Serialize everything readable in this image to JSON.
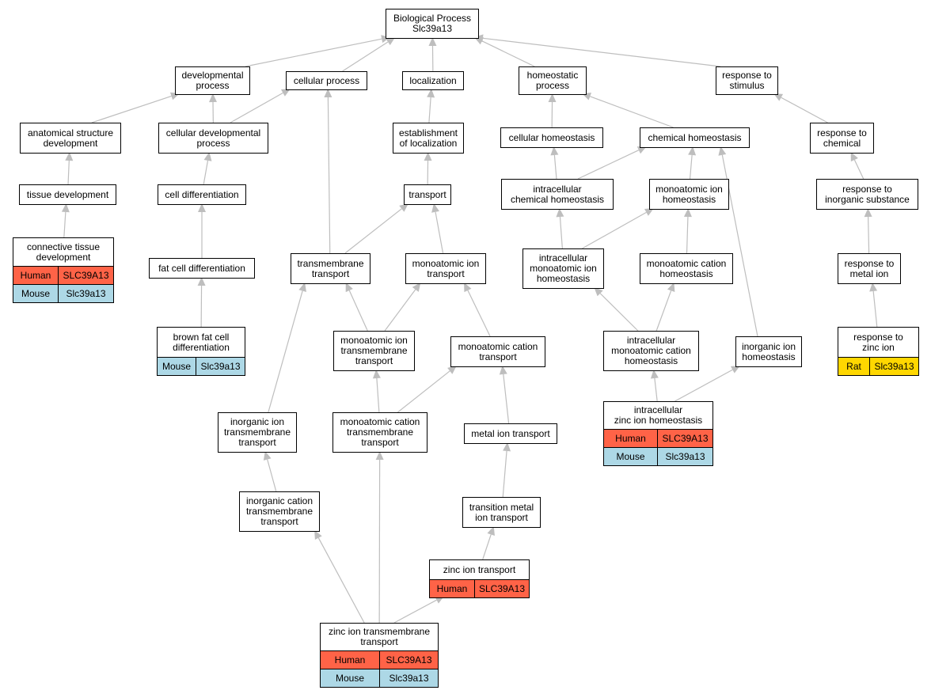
{
  "colors": {
    "Human": "#ff6347",
    "Mouse": "#add8e6",
    "Rat": "#ffd700",
    "edge": "#bebebe",
    "border": "#000000"
  },
  "nodes": [
    {
      "id": "bp",
      "label": "Biological Process\nSlc39a13"
    },
    {
      "id": "dev",
      "label": "developmental\nprocess"
    },
    {
      "id": "cell",
      "label": "cellular process"
    },
    {
      "id": "loc",
      "label": "localization"
    },
    {
      "id": "homeo",
      "label": "homeostatic\nprocess"
    },
    {
      "id": "stim",
      "label": "response to\nstimulus"
    },
    {
      "id": "anat",
      "label": "anatomical structure\ndevelopment"
    },
    {
      "id": "celldev",
      "label": "cellular developmental\nprocess"
    },
    {
      "id": "estab",
      "label": "establishment\nof localization"
    },
    {
      "id": "cellhomeo",
      "label": "cellular homeostasis"
    },
    {
      "id": "chemhomeo",
      "label": "chemical homeostasis"
    },
    {
      "id": "respchem",
      "label": "response to\nchemical"
    },
    {
      "id": "tissue",
      "label": "tissue development"
    },
    {
      "id": "celldiff",
      "label": "cell differentiation"
    },
    {
      "id": "transport",
      "label": "transport"
    },
    {
      "id": "icchem",
      "label": "intracellular\nchemical homeostasis"
    },
    {
      "id": "moihomeo",
      "label": "monoatomic ion\nhomeostasis"
    },
    {
      "id": "respinorg",
      "label": "response to\ninorganic substance"
    },
    {
      "id": "conn",
      "label": "connective tissue\ndevelopment",
      "genes": [
        {
          "species": "Human",
          "gene": "SLC39A13"
        },
        {
          "species": "Mouse",
          "gene": "Slc39a13"
        }
      ]
    },
    {
      "id": "fat",
      "label": "fat cell differentiation"
    },
    {
      "id": "tmt",
      "label": "transmembrane\ntransport"
    },
    {
      "id": "moit",
      "label": "monoatomic ion\ntransport"
    },
    {
      "id": "icmoi",
      "label": "intracellular\nmonoatomic ion\nhomeostasis"
    },
    {
      "id": "moch",
      "label": "monoatomic cation\nhomeostasis"
    },
    {
      "id": "respmetal",
      "label": "response to\nmetal ion"
    },
    {
      "id": "brown",
      "label": "brown fat cell\ndifferentiation",
      "genes": [
        {
          "species": "Mouse",
          "gene": "Slc39a13"
        }
      ]
    },
    {
      "id": "moitm",
      "label": "monoatomic ion\ntransmembrane\ntransport"
    },
    {
      "id": "moct",
      "label": "monoatomic cation\ntransport"
    },
    {
      "id": "icmoc",
      "label": "intracellular\nmonoatomic cation\nhomeostasis"
    },
    {
      "id": "inorghomeo",
      "label": "inorganic ion\nhomeostasis"
    },
    {
      "id": "respzinc",
      "label": "response to\nzinc ion",
      "genes": [
        {
          "species": "Rat",
          "gene": "Slc39a13"
        }
      ]
    },
    {
      "id": "inorgtm",
      "label": "inorganic ion\ntransmembrane\ntransport"
    },
    {
      "id": "moctm",
      "label": "monoatomic cation\ntransmembrane\ntransport"
    },
    {
      "id": "metal",
      "label": "metal ion transport"
    },
    {
      "id": "iczinc",
      "label": "intracellular\nzinc ion homeostasis",
      "genes": [
        {
          "species": "Human",
          "gene": "SLC39A13"
        },
        {
          "species": "Mouse",
          "gene": "Slc39a13"
        }
      ]
    },
    {
      "id": "inorgcat",
      "label": "inorganic cation\ntransmembrane\ntransport"
    },
    {
      "id": "transmetal",
      "label": "transition metal\nion transport"
    },
    {
      "id": "zinct",
      "label": "zinc ion transport",
      "genes": [
        {
          "species": "Human",
          "gene": "SLC39A13"
        }
      ]
    },
    {
      "id": "zinctm",
      "label": "zinc ion transmembrane\ntransport",
      "genes": [
        {
          "species": "Human",
          "gene": "SLC39A13"
        },
        {
          "species": "Mouse",
          "gene": "Slc39a13"
        }
      ]
    }
  ],
  "edges": [
    [
      "dev",
      "bp"
    ],
    [
      "cell",
      "bp"
    ],
    [
      "loc",
      "bp"
    ],
    [
      "homeo",
      "bp"
    ],
    [
      "stim",
      "bp"
    ],
    [
      "anat",
      "dev"
    ],
    [
      "celldev",
      "dev"
    ],
    [
      "celldev",
      "cell"
    ],
    [
      "estab",
      "loc"
    ],
    [
      "cellhomeo",
      "homeo"
    ],
    [
      "chemhomeo",
      "homeo"
    ],
    [
      "respchem",
      "stim"
    ],
    [
      "tissue",
      "anat"
    ],
    [
      "celldiff",
      "celldev"
    ],
    [
      "transport",
      "estab"
    ],
    [
      "icchem",
      "cellhomeo"
    ],
    [
      "icchem",
      "chemhomeo"
    ],
    [
      "moihomeo",
      "chemhomeo"
    ],
    [
      "respinorg",
      "respchem"
    ],
    [
      "conn",
      "tissue"
    ],
    [
      "fat",
      "celldiff"
    ],
    [
      "tmt",
      "cell"
    ],
    [
      "tmt",
      "transport"
    ],
    [
      "moit",
      "transport"
    ],
    [
      "icmoi",
      "icchem"
    ],
    [
      "icmoi",
      "moihomeo"
    ],
    [
      "moch",
      "moihomeo"
    ],
    [
      "respmetal",
      "respinorg"
    ],
    [
      "brown",
      "fat"
    ],
    [
      "moitm",
      "tmt"
    ],
    [
      "moitm",
      "moit"
    ],
    [
      "moct",
      "moit"
    ],
    [
      "icmoc",
      "icmoi"
    ],
    [
      "icmoc",
      "moch"
    ],
    [
      "inorghomeo",
      "chemhomeo"
    ],
    [
      "respzinc",
      "respmetal"
    ],
    [
      "inorgtm",
      "tmt"
    ],
    [
      "moctm",
      "moitm"
    ],
    [
      "moctm",
      "moct"
    ],
    [
      "metal",
      "moct"
    ],
    [
      "iczinc",
      "icmoc"
    ],
    [
      "iczinc",
      "inorghomeo"
    ],
    [
      "inorgcat",
      "inorgtm"
    ],
    [
      "transmetal",
      "metal"
    ],
    [
      "zinct",
      "transmetal"
    ],
    [
      "zinctm",
      "inorgcat"
    ],
    [
      "zinctm",
      "moctm"
    ],
    [
      "zinctm",
      "zinct"
    ]
  ]
}
